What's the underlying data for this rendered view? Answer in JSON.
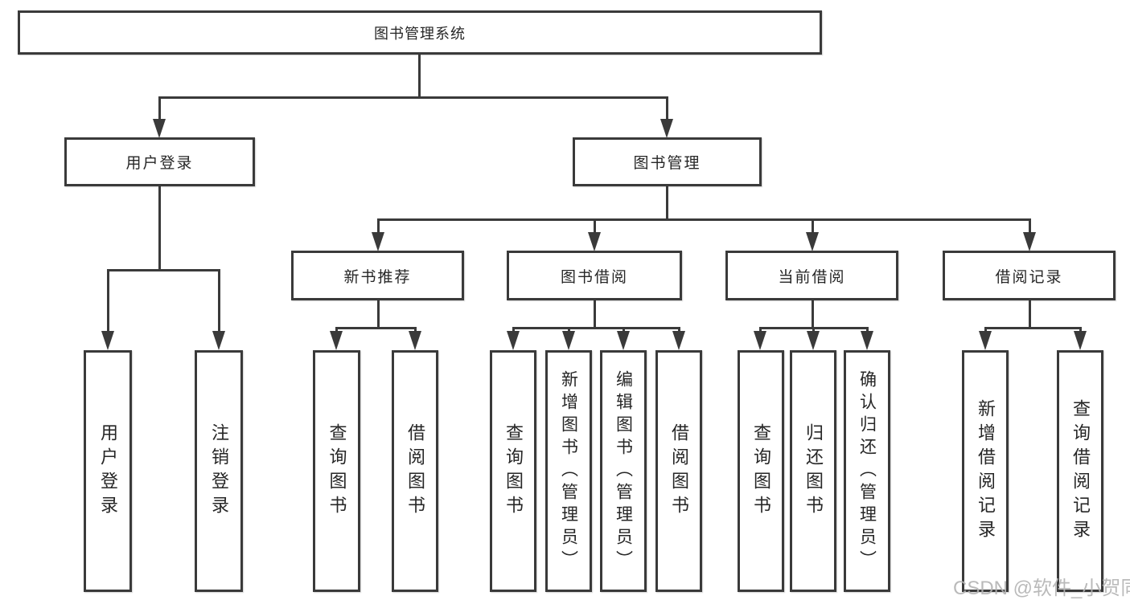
{
  "diagram": {
    "root": {
      "label": "图书管理系统"
    },
    "level2": {
      "user_login": {
        "label": "用户登录"
      },
      "book_mgmt": {
        "label": "图书管理"
      }
    },
    "level3": {
      "new_book": {
        "label": "新书推荐"
      },
      "borrow": {
        "label": "图书借阅"
      },
      "current": {
        "label": "当前借阅"
      },
      "record": {
        "label": "借阅记录"
      }
    },
    "leaves": {
      "user_login": {
        "label": "用户登录"
      },
      "logout": {
        "label": "注销登录"
      },
      "newbook_query": {
        "label": "查询图书"
      },
      "newbook_borrow": {
        "label": "借阅图书"
      },
      "borrow_query": {
        "label": "查询图书"
      },
      "borrow_add": {
        "label": "新增图书（管理员）"
      },
      "borrow_edit": {
        "label": "编辑图书（管理员）"
      },
      "borrow_lend": {
        "label": "借阅图书"
      },
      "current_query": {
        "label": "查询图书"
      },
      "current_return": {
        "label": "归还图书"
      },
      "current_confirm": {
        "label": "确认归还（管理员）"
      },
      "record_add": {
        "label": "新增借阅记录"
      },
      "record_query": {
        "label": "查询借阅记录"
      }
    }
  },
  "watermark": {
    "text": "CSDN @软件_小贺同学"
  },
  "colors": {
    "line": "#3a3a3a",
    "border": "#3a3a3a",
    "text": "#262626",
    "background": "#ffffff",
    "watermark": "#b3b3b3"
  }
}
